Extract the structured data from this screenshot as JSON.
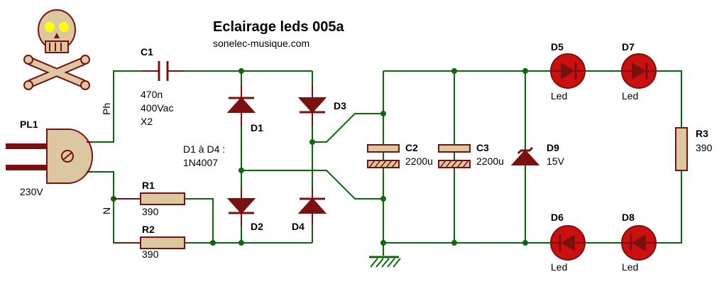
{
  "title": "Eclairage leds 005a",
  "subtitle": "sonelec-musique.com",
  "plug": {
    "ref": "PL1",
    "voltage": "230V",
    "phase": "Ph",
    "neutral": "N"
  },
  "c1": {
    "ref": "C1",
    "value": "470n",
    "voltage": "400Vac",
    "class": "X2"
  },
  "r1": {
    "ref": "R1",
    "value": "390"
  },
  "r2": {
    "ref": "R2",
    "value": "390"
  },
  "bridge": {
    "d1": "D1",
    "d2": "D2",
    "d3": "D3",
    "d4": "D4",
    "note1": "D1 à D4 :",
    "note2": "1N4007"
  },
  "c2": {
    "ref": "C2",
    "value": "2200u"
  },
  "c3": {
    "ref": "C3",
    "value": "2200u"
  },
  "d9": {
    "ref": "D9",
    "value": "15V"
  },
  "r3": {
    "ref": "R3",
    "value": "390"
  },
  "leds": {
    "d5": {
      "ref": "D5",
      "type": "Led"
    },
    "d7": {
      "ref": "D7",
      "type": "Led"
    },
    "d6": {
      "ref": "D6",
      "type": "Led"
    },
    "d8": {
      "ref": "D8",
      "type": "Led"
    }
  },
  "colors": {
    "wire": "#0a6a0a",
    "component": "#7a1010",
    "body": "#dcc8a0",
    "led_fill": "#cc1010"
  }
}
